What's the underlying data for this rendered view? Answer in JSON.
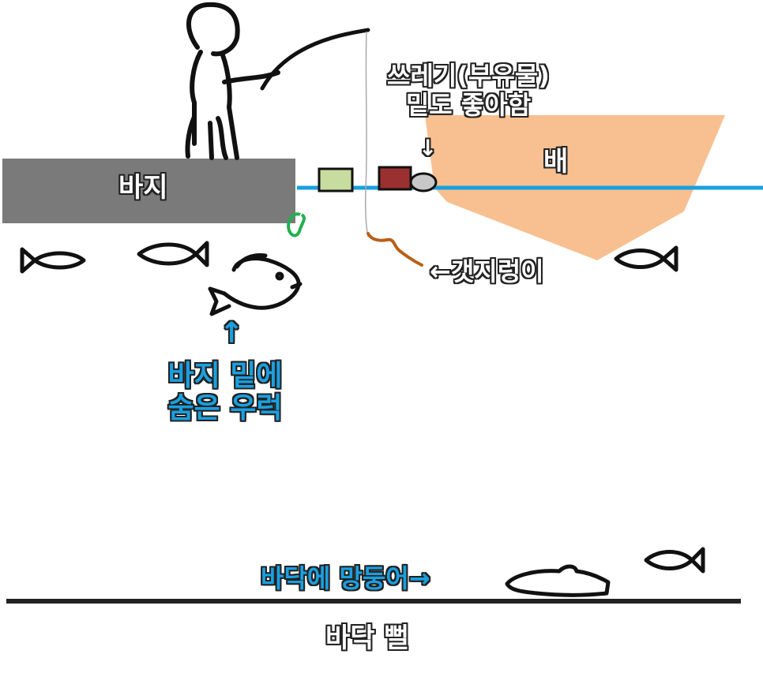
{
  "labels": {
    "pier": "바지",
    "boat": "배",
    "trash_line1": "쓰레기(부유물)",
    "trash_line2": "밑도 좋아함",
    "trash_arrow": "↓",
    "worm": "←갯지렁이",
    "hidden_fish_arrow": "↑",
    "hidden_fish_line1": "바지 밑에",
    "hidden_fish_line2": "숨은 우럭",
    "goby": "바닥에 망둥어→",
    "seabed": "바닥 뻘"
  },
  "colors": {
    "pier": "#7a7a7a",
    "boat": "#f8c090",
    "water_line": "#1aa0e0",
    "seabed_line": "#222222",
    "float_green": "#c8dca0",
    "float_red": "#9a3030",
    "float_grey": "#c8c8c8",
    "worm": "#b8601a",
    "hook_green": "#22b050",
    "annotation_blue": "#1aa0e0"
  }
}
